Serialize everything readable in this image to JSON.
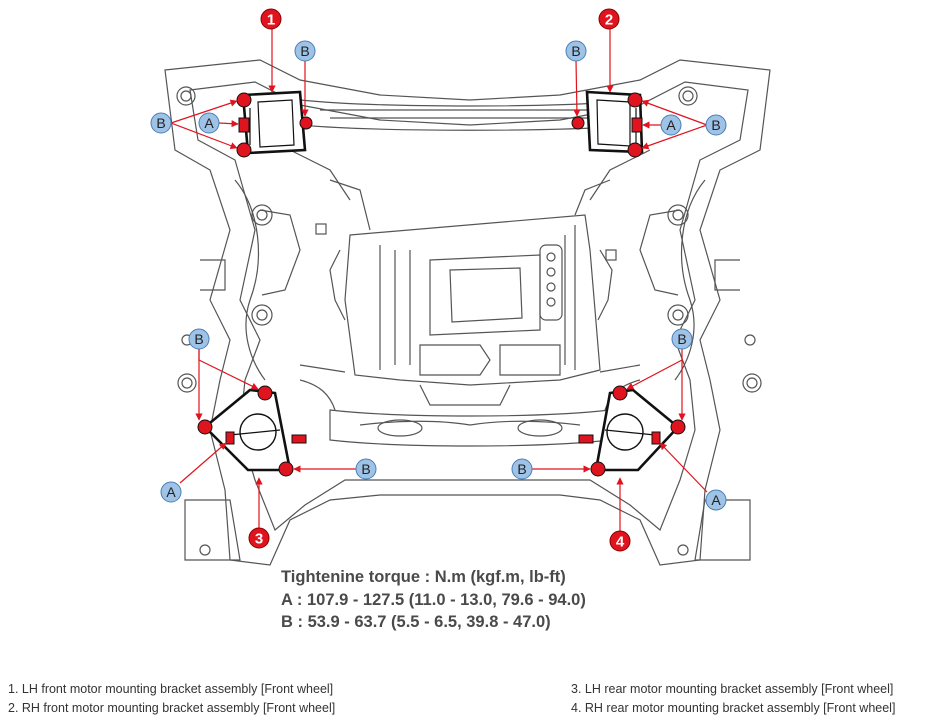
{
  "torque": {
    "heading": "Tightenine torque : N.m (kgf.m, lb-ft)",
    "a": "A : 107.9 - 127.5 (11.0 - 13.0, 79.6 - 94.0)",
    "b": "B : 53.9 - 63.7 (5.5 - 6.5, 39.8 - 47.0)"
  },
  "legend": {
    "item1": "1. LH front motor mounting bracket assembly [Front wheel]",
    "item2": "2. RH front motor mounting bracket assembly [Front wheel]",
    "item3": "3. LH rear motor mounting bracket assembly [Front wheel]",
    "item4": "4. RH rear motor mounting bracket assembly [Front wheel]"
  },
  "callouts": {
    "a": "A",
    "b": "B",
    "n1": "1",
    "n2": "2",
    "n3": "3",
    "n4": "4"
  },
  "colors": {
    "bolt_label_fill": "#9ec3e6",
    "part_number_fill": "#e0141e",
    "leader_line": "#e0141e"
  }
}
